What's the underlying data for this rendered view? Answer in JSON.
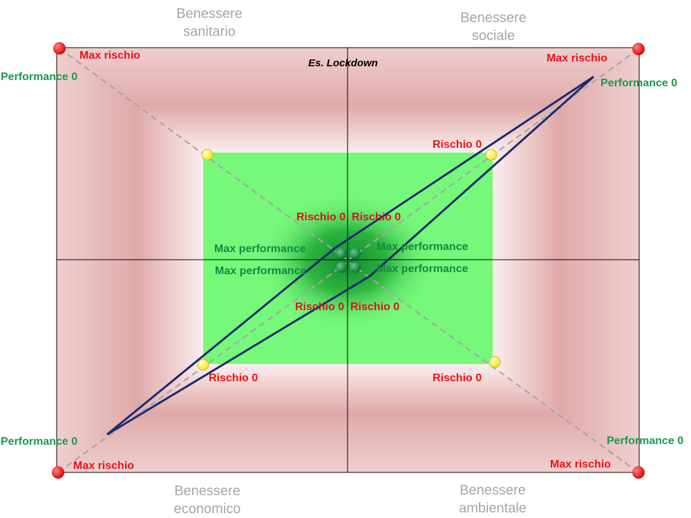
{
  "labels": {
    "quadrants": {
      "top_left": [
        "Benessere",
        "sanitario"
      ],
      "top_right": [
        "Benessere",
        "sociale"
      ],
      "bottom_left": [
        "Benessere",
        "economico"
      ],
      "bottom_right": [
        "Benessere",
        "ambientale"
      ]
    },
    "example": "Es. Lockdown",
    "max_risk": "Max rischio",
    "zero_performance": "Performance 0",
    "zero_risk": "Rischio 0",
    "max_performance": "Max performance"
  },
  "colors": {
    "risk_red": "#e8141b",
    "performance_green": "#169b4c",
    "safe_zone": "#76f87a",
    "outer_zone": "#e6b4b4",
    "profile_line": "#1a2a6c",
    "dashed_diagonal": "#a6a6a6",
    "zero_risk_dot": "#ffee44",
    "max_performance_dot": "#1e8a4a",
    "max_risk_dot": "#ee1111"
  },
  "profile": {
    "name": "Es. Lockdown",
    "axes": [
      {
        "quadrant": "Benessere sanitario",
        "risk_level": 0.0
      },
      {
        "quadrant": "Benessere sociale",
        "risk_level": 0.89
      },
      {
        "quadrant": "Benessere ambientale",
        "risk_level": 0.0
      },
      {
        "quadrant": "Benessere economico",
        "risk_level": 0.89
      }
    ]
  }
}
